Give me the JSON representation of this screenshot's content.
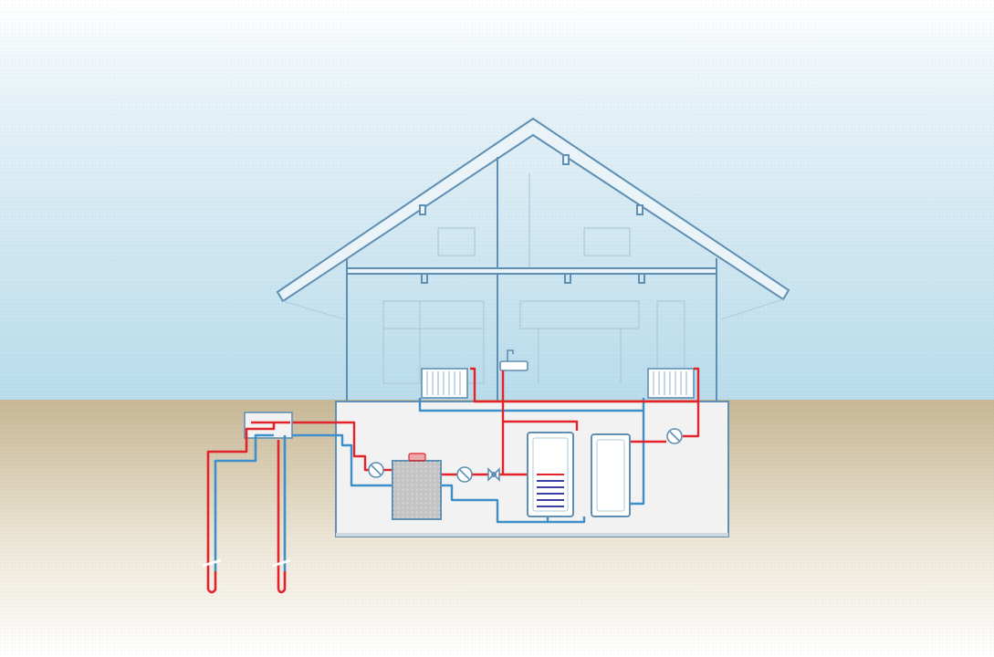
{
  "diagram": {
    "colors": {
      "sky_top": "#ffffff",
      "sky_bottom": "#b9dcec",
      "ground_top": "#c7b795",
      "ground_bottom": "#ffffff",
      "outline": "#5f8fb3",
      "outline_faint": "#aec9dc",
      "hot_pipe": "#e3232b",
      "cold_pipe": "#3d8fca",
      "basement_fill": "#f2f2f2",
      "heat_pump_fill": "#c4c4c4",
      "radiator_fill": "#ffffff",
      "coil": "#3b3fa6"
    },
    "components": {
      "house": "house-outline",
      "roof": "gable-roof",
      "basement": "basement-room",
      "heat_pump": "heat-pump-unit",
      "storage_tank": "hot-water-cylinder",
      "buffer_tank": "buffer-tank",
      "radiators": 2,
      "circulation_pumps": 3,
      "ground_loop": "vertical-borehole-loop",
      "sink": "wash-basin-with-tap"
    }
  }
}
